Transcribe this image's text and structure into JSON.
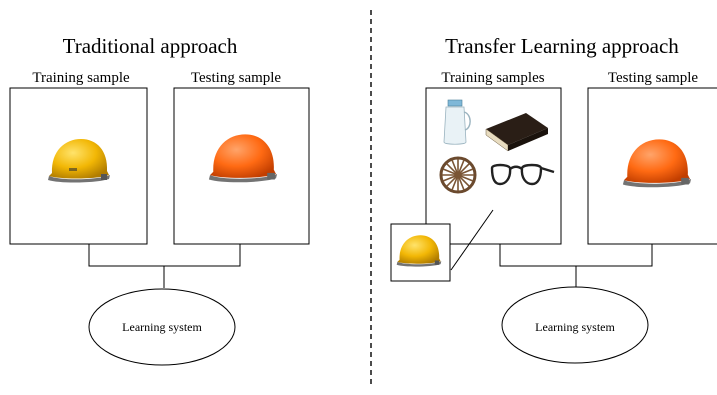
{
  "left": {
    "title": "Traditional approach",
    "training_label": "Training  sample",
    "testing_label": "Testing sample",
    "system_label": "Learning  system"
  },
  "right": {
    "title": "Transfer Learning approach",
    "training_label": "Training  samples",
    "testing_label": "Testing sample",
    "system_label": "Learning  system"
  },
  "colors": {
    "helmet_yellow": "#f2b705",
    "helmet_orange": "#ff6a13",
    "line": "#000000"
  },
  "icons": [
    "yellow-helmet-icon",
    "orange-helmet-icon",
    "jug-icon",
    "book-icon",
    "wagon-wheel-icon",
    "eyeglasses-icon"
  ]
}
